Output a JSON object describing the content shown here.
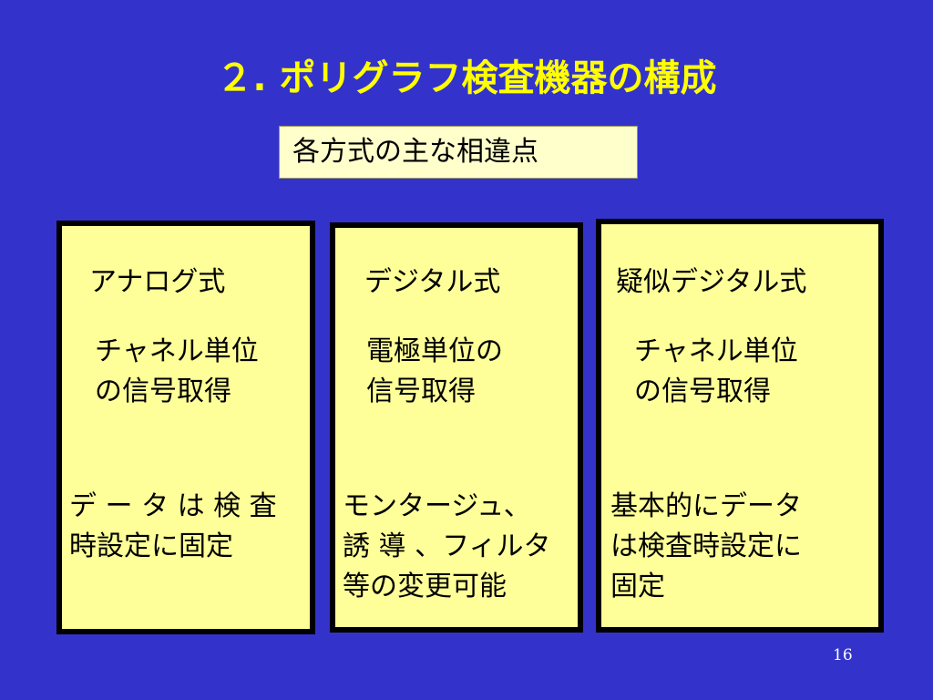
{
  "slide": {
    "title": "２. ポリグラフ検査機器の構成",
    "subtitle": "各方式の主な相違点",
    "page_number": "16",
    "colors": {
      "background": "#3333cc",
      "title": "#ffff00",
      "panel": "#ffff99",
      "subtitle_box": "#ffffcc",
      "border": "#000000"
    }
  },
  "columns": [
    {
      "heading": "アナログ式",
      "acquisition": "チャネル単位\nの信号取得",
      "note": "デ ー タ は 検 査\n時設定に固定"
    },
    {
      "heading": "デジタル式",
      "acquisition": "電極単位の\n信号取得",
      "note": "モンタージュ、\n誘 導 、フィルタ\n等の変更可能"
    },
    {
      "heading": "疑似デジタル式",
      "acquisition": "チャネル単位\nの信号取得",
      "note": "基本的にデータ\nは検査時設定に\n固定"
    }
  ]
}
